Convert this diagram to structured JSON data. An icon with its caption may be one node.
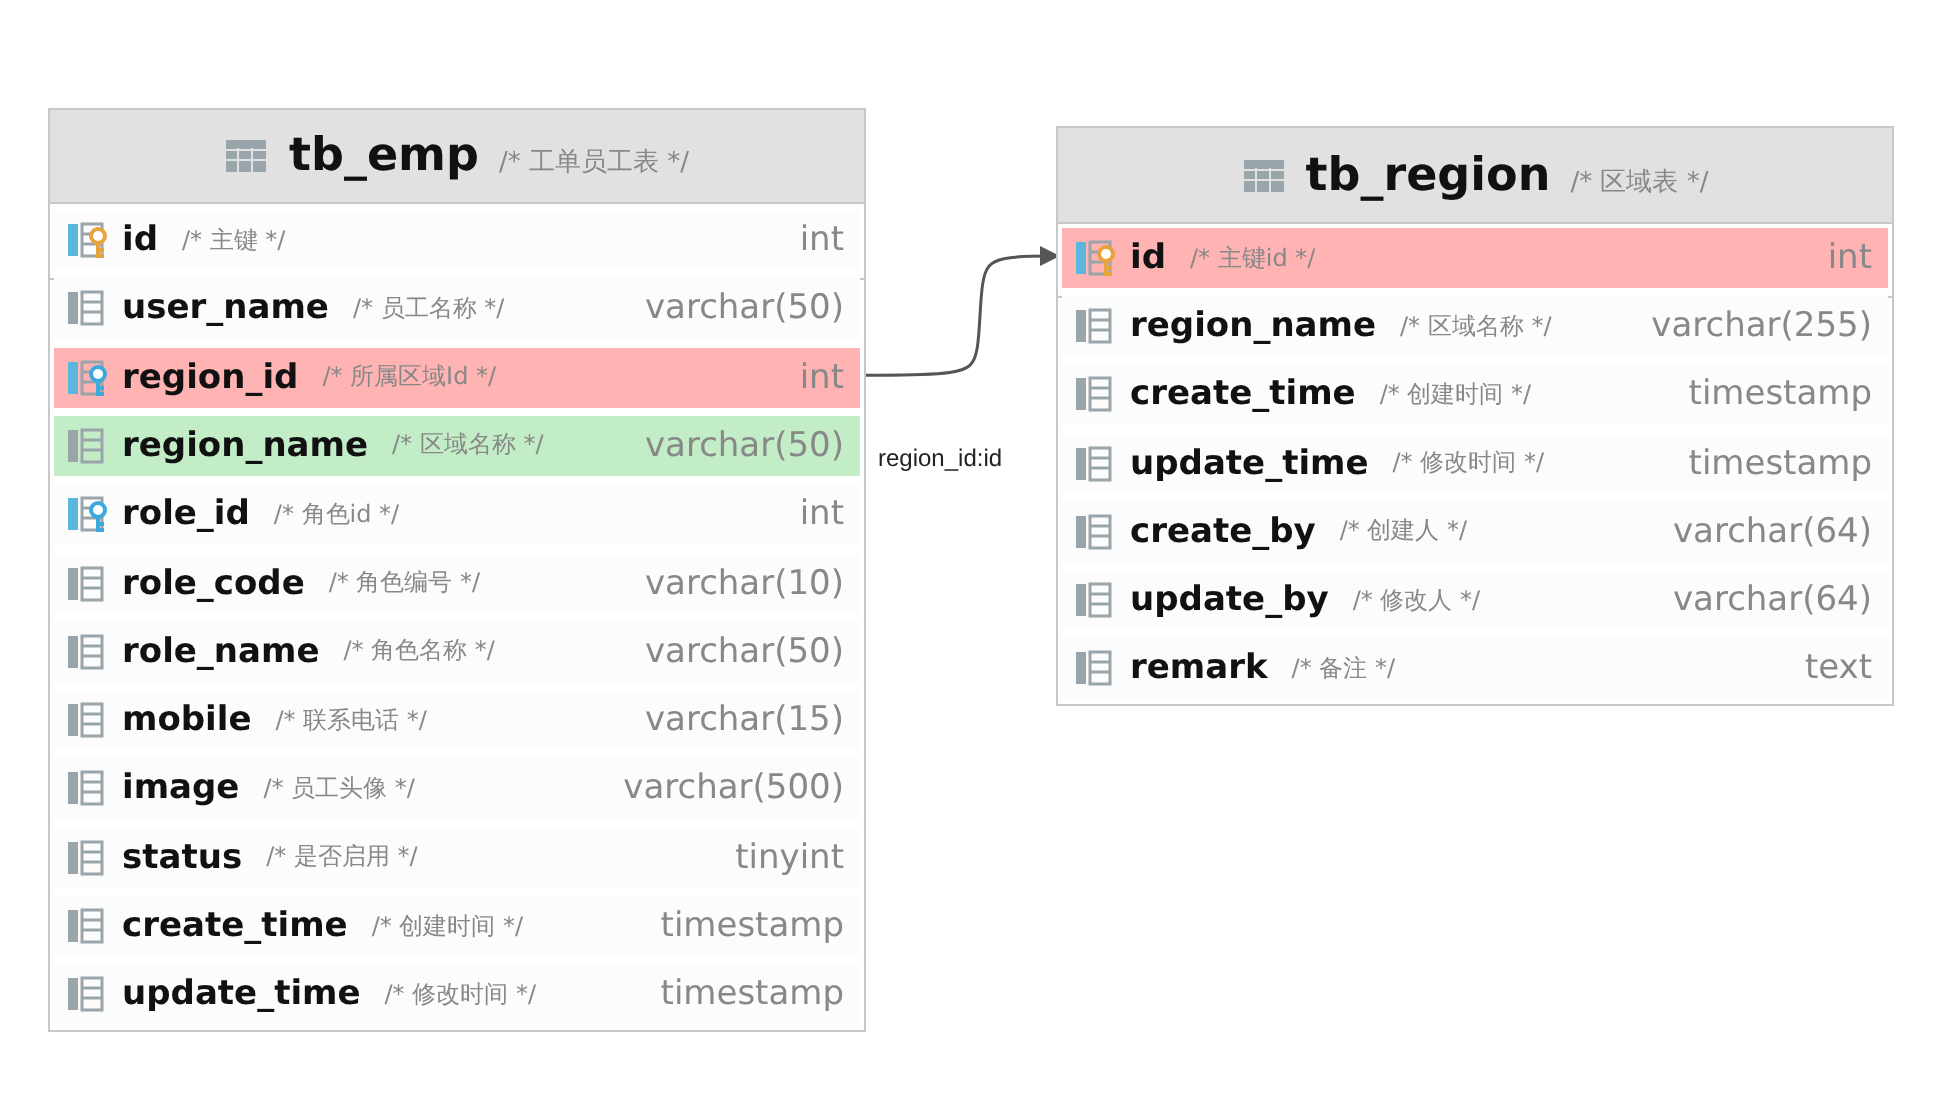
{
  "diagram": {
    "nodes": [
      {
        "text": [
          "tb_emp",
          "/* 工单员工表 */"
        ]
      },
      {
        "text": [
          "id",
          "/* 主键 */",
          "int"
        ],
        "in": 0
      },
      {
        "text": [
          "user_name",
          "/* 员工名称 */",
          "varchar(50)"
        ],
        "in": 0
      },
      {
        "text": [
          "region_id",
          "/* 所属区域Id */",
          "int"
        ],
        "in": 0
      },
      {
        "text": [
          "region_name",
          "/* 区域名称 */",
          "varchar(50)"
        ],
        "in": 0
      },
      {
        "text": [
          "role_id",
          "/* 角色id */",
          "int"
        ],
        "in": 0
      },
      {
        "text": [
          "role_code",
          "/* 角色编号 */",
          "varchar(10)"
        ],
        "in": 0
      },
      {
        "text": [
          "role_name",
          "/* 角色名称 */",
          "varchar(50)"
        ],
        "in": 0
      },
      {
        "text": [
          "mobile",
          "/* 联系电话 */",
          "varchar(15)"
        ],
        "in": 0
      },
      {
        "text": [
          "image",
          "/* 员工头像 */",
          "varchar(500)"
        ],
        "in": 0
      },
      {
        "text": [
          "status",
          "/* 是否启用 */",
          "tinyint"
        ],
        "in": 0
      },
      {
        "text": [
          "create_time",
          "/* 创建时间 */",
          "timestamp"
        ],
        "in": 0
      },
      {
        "text": [
          "update_time",
          "/* 修改时间 */",
          "timestamp"
        ],
        "in": 0
      },
      {
        "text": [
          "tb_region",
          "/* 区域表 */"
        ]
      },
      {
        "text": [
          "id",
          "/* 主键id */",
          "int"
        ],
        "in": 13
      },
      {
        "text": [
          "region_name",
          "/* 区域名称 */",
          "varchar(255)"
        ],
        "in": 13
      },
      {
        "text": [
          "create_time",
          "/* 创建时间 */",
          "timestamp"
        ],
        "in": 13
      },
      {
        "text": [
          "update_time",
          "/* 修改时间 */",
          "timestamp"
        ],
        "in": 13
      },
      {
        "text": [
          "create_by",
          "/* 创建人 */",
          "varchar(64)"
        ],
        "in": 13
      },
      {
        "text": [
          "update_by",
          "/* 修改人 */",
          "varchar(64)"
        ],
        "in": 13
      },
      {
        "text": [
          "remark",
          "/* 备注 */",
          "text"
        ],
        "in": 13
      }
    ],
    "edges": [
      {
        "from": 3,
        "to": 14,
        "arrow": "to",
        "label": "region_id:id"
      }
    ]
  }
}
